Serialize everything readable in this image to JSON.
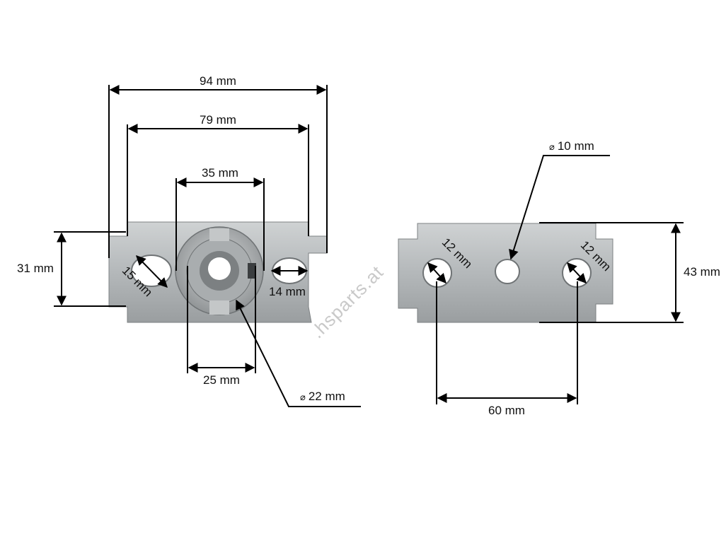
{
  "dimensions": {
    "width_94": "94 mm",
    "width_79": "79 mm",
    "width_35": "35 mm",
    "height_31": "31 mm",
    "hole_15": "15 mm",
    "hole_14": "14 mm",
    "width_25": "25 mm",
    "dia_22": "22 mm",
    "dia_10": "10 mm",
    "hole_12_left": "12 mm",
    "hole_12_right": "12 mm",
    "height_43": "43 mm",
    "spacing_60": "60 mm"
  },
  "symbols": {
    "diameter": "⌀"
  },
  "watermark": ".hsparts.at",
  "colors": {
    "metal": "#b8bcbe",
    "metal_dark": "#8e9294",
    "line": "#000000"
  }
}
